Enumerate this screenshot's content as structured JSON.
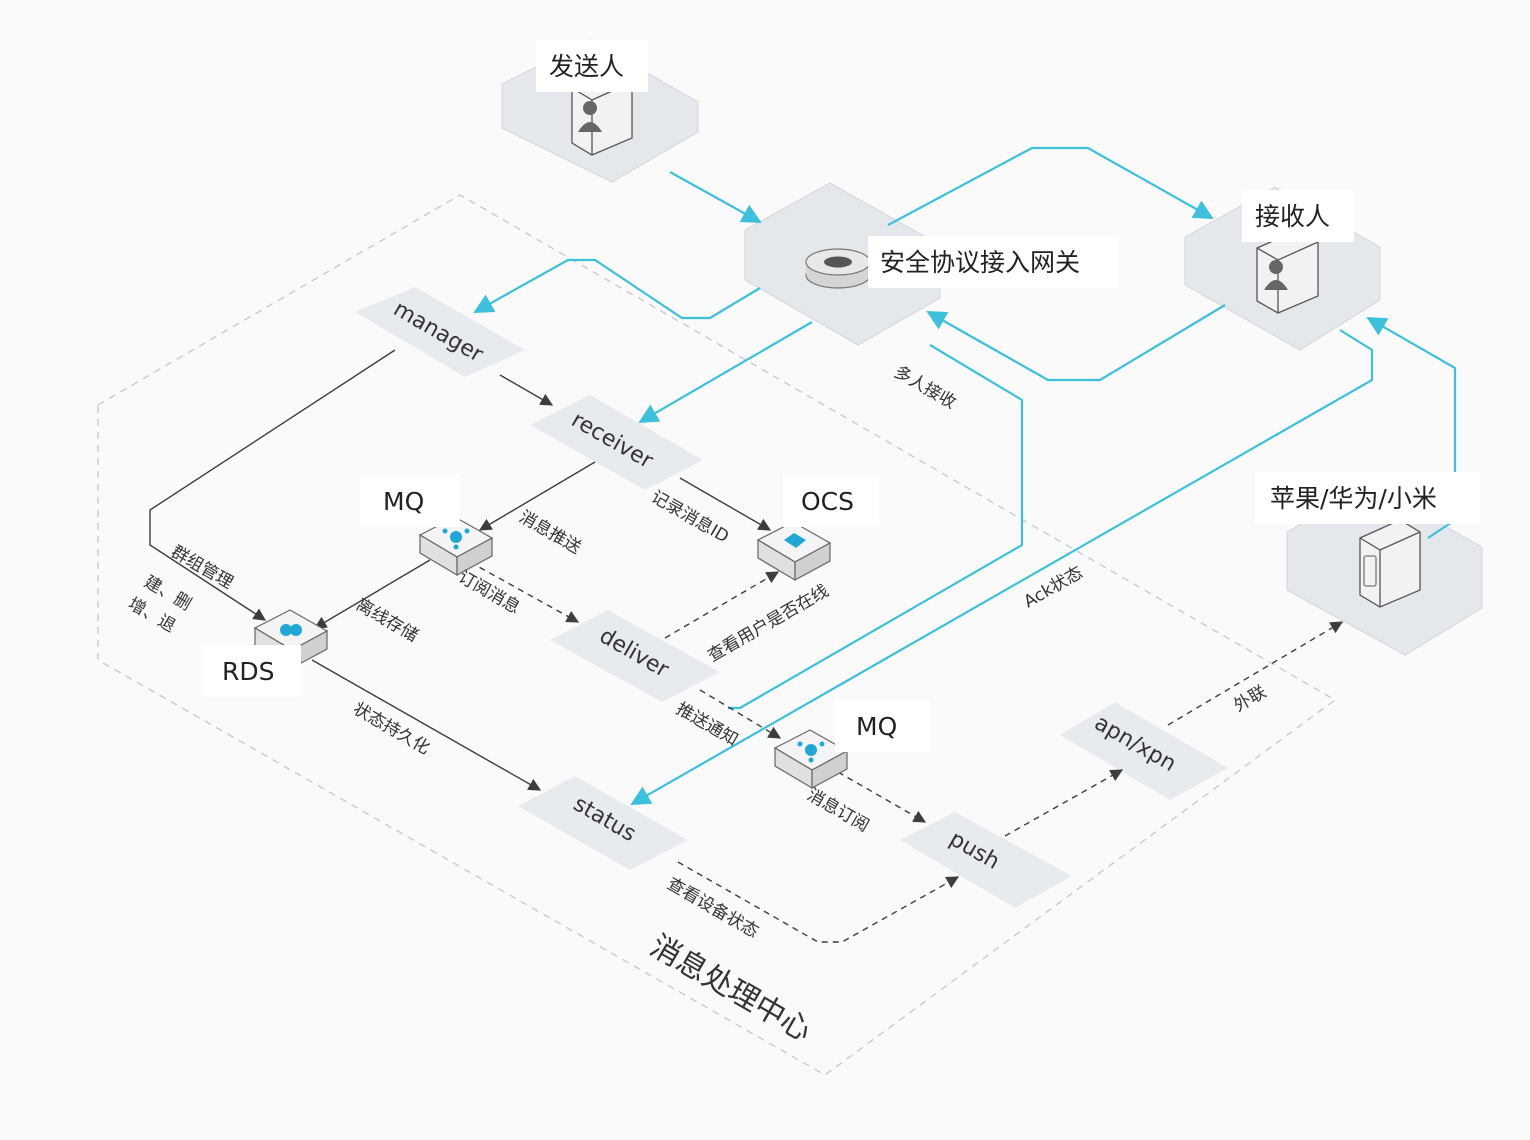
{
  "actors": {
    "sender": "发送人",
    "receiver": "接收人",
    "gateway": "安全协议接入网关",
    "push_vendors": "苹果/华为/小米"
  },
  "modules": {
    "manager": "manager",
    "receiver": "receiver",
    "deliver": "deliver",
    "status": "status",
    "push": "push",
    "apn": "apn/xpn"
  },
  "services": {
    "mq1": "MQ",
    "mq2": "MQ",
    "ocs": "OCS",
    "rds": "RDS"
  },
  "edge_labels": {
    "multi_receive": "多人接收",
    "ack_status": "Ack状态",
    "msg_push": "消息推送",
    "record_msg_id": "记录消息ID",
    "group_mgmt": "群组管理",
    "create_delete": "建、删",
    "add_remove": "增、退",
    "subscribe_msg": "订阅消息",
    "offline_store": "离线存储",
    "check_online": "查看用户是否在线",
    "state_persist": "状态持久化",
    "push_notify": "推送通知",
    "msg_subscribe": "消息订阅",
    "external": "外联",
    "check_device": "查看设备状态"
  },
  "region_title": "消息处理中心",
  "colors": {
    "flow_blue": "#3cc0db",
    "plate_gray": "#e4e7ec",
    "line_dark": "#3d3d3d",
    "icon_blue": "#1fa7d6"
  }
}
